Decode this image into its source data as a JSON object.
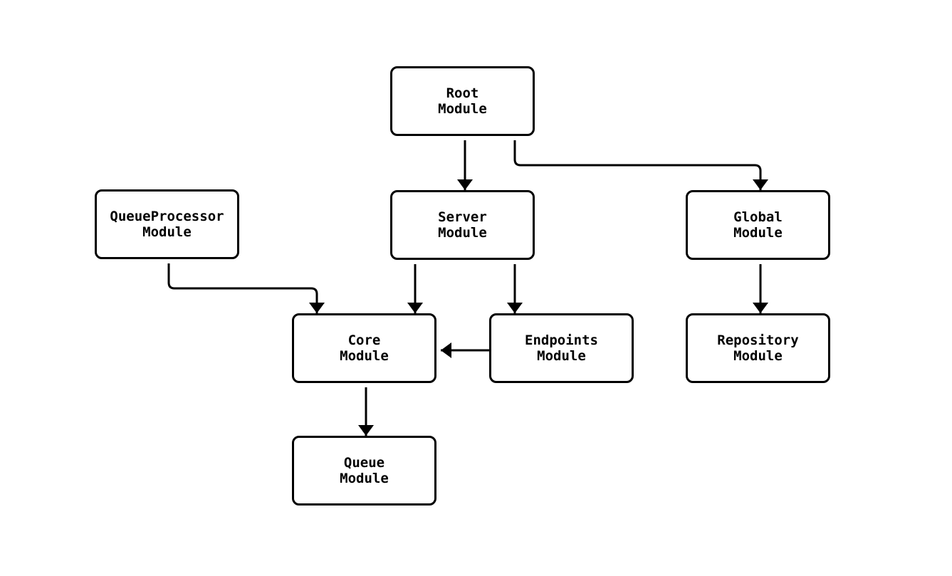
{
  "canvas": {
    "background_color": "#ffffff",
    "line_color": "#000000",
    "node_fill_color": "#ffffff",
    "node_border_color": "#000000",
    "node_text_color": "#000000"
  },
  "nodes": {
    "root": {
      "line1": "Root",
      "line2": "Module"
    },
    "queue_processor": {
      "line1": "QueueProcessor",
      "line2": "Module"
    },
    "server": {
      "line1": "Server",
      "line2": "Module"
    },
    "global": {
      "line1": "Global",
      "line2": "Module"
    },
    "core": {
      "line1": "Core",
      "line2": "Module"
    },
    "endpoints": {
      "line1": "Endpoints",
      "line2": "Module"
    },
    "repository": {
      "line1": "Repository",
      "line2": "Module"
    },
    "queue": {
      "line1": "Queue",
      "line2": "Module"
    }
  },
  "edges": [
    {
      "from": "Root Module",
      "to": "Server Module"
    },
    {
      "from": "Root Module",
      "to": "Global Module"
    },
    {
      "from": "QueueProcessor Module",
      "to": "Core Module"
    },
    {
      "from": "Server Module",
      "to": "Core Module"
    },
    {
      "from": "Server Module",
      "to": "Endpoints Module"
    },
    {
      "from": "Global Module",
      "to": "Repository Module"
    },
    {
      "from": "Endpoints Module",
      "to": "Core Module"
    },
    {
      "from": "Core Module",
      "to": "Queue Module"
    }
  ]
}
